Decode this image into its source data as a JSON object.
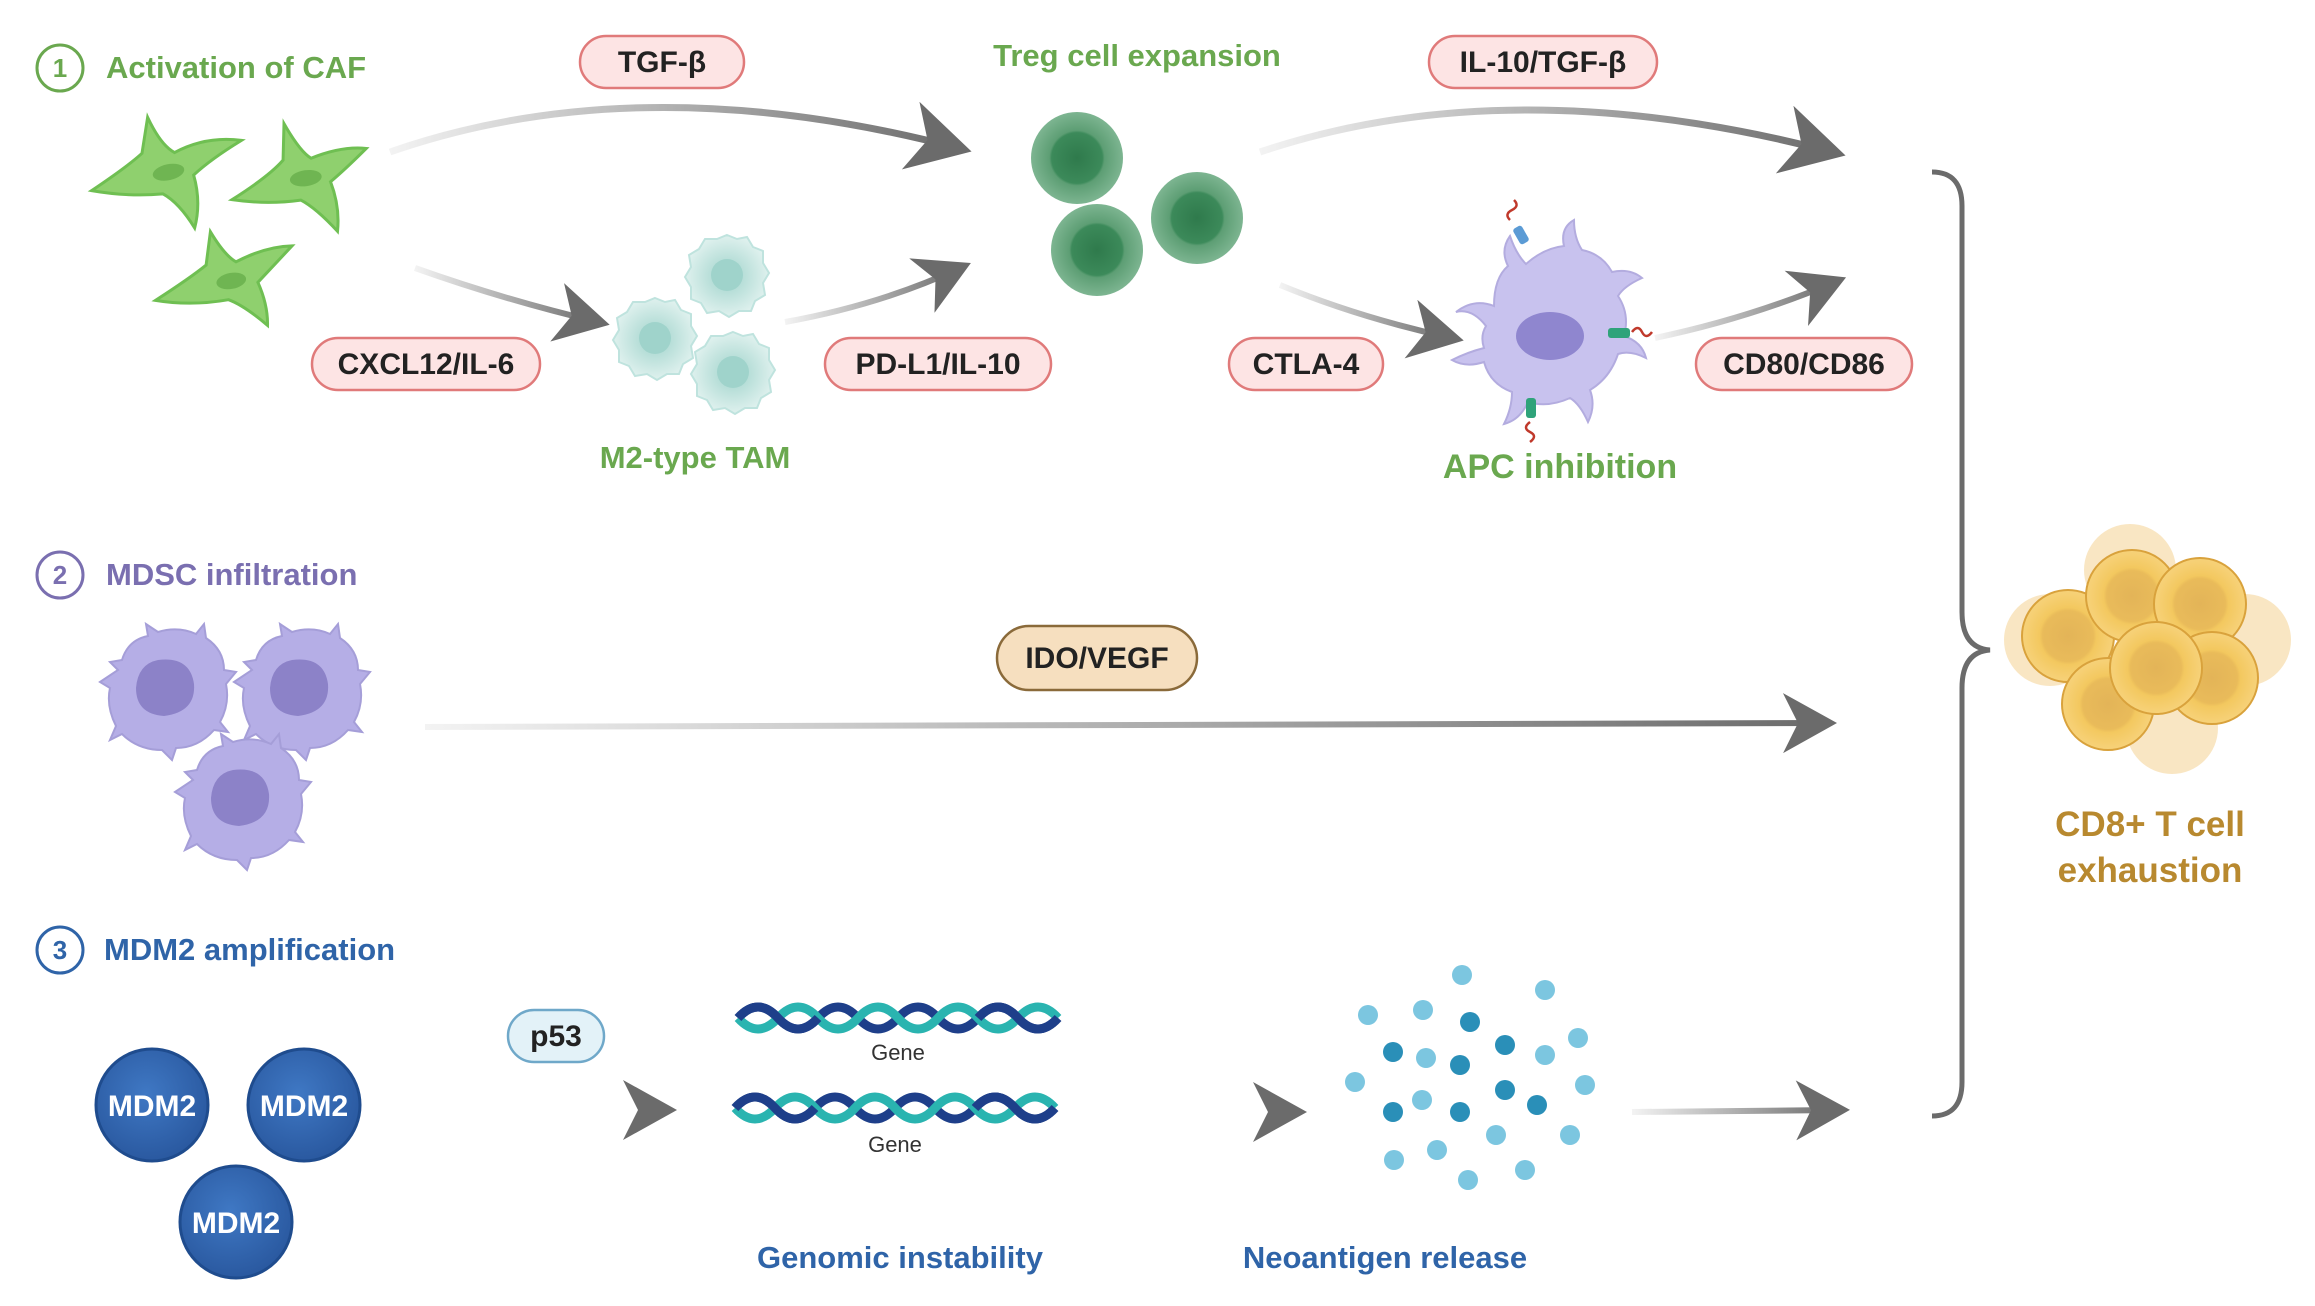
{
  "colors": {
    "green": "#6aa84f",
    "purple": "#7a6fb0",
    "blue": "#2f64a8",
    "gold": "#b8892f",
    "pill_red_fill": "#fde4e4",
    "pill_red_stroke": "#e07a7a",
    "pill_tan_fill": "#f6dfbf",
    "pill_tan_stroke": "#8a6a3a",
    "pill_blue_fill": "#e3f2f8",
    "pill_blue_stroke": "#6fa8c9",
    "arrow": "#6b6b6b"
  },
  "sections": {
    "s1": {
      "number": "1",
      "title": "Activation of CAF"
    },
    "s2": {
      "number": "2",
      "title": "MDSC infiltration"
    },
    "s3": {
      "number": "3",
      "title": "MDM2 amplification"
    }
  },
  "labels": {
    "treg": "Treg cell expansion",
    "m2tam": "M2-type TAM",
    "apc": "APC inhibition",
    "genomic": "Genomic instability",
    "neoantigen": "Neoantigen release",
    "cd8_line1": "CD8+ T cell",
    "cd8_line2": "exhaustion",
    "gene1": "Gene",
    "gene2": "Gene",
    "mdm2_a": "MDM2",
    "mdm2_b": "MDM2",
    "mdm2_c": "MDM2"
  },
  "pills": {
    "tgfb": "TGF-β",
    "il10tgfb": "IL-10/TGF-β",
    "cxcl12": "CXCL12/IL-6",
    "pdl1": "PD-L1/IL-10",
    "ctla4": "CTLA-4",
    "cd80": "CD80/CD86",
    "ido": "IDO/VEGF",
    "p53": "p53"
  },
  "icons": {
    "caf": "fibroblast-cell-icon",
    "tam": "macrophage-cell-icon",
    "treg": "treg-cell-icon",
    "apc": "dendritic-cell-icon",
    "mdsc": "mdsc-cell-icon",
    "dna": "dna-helix-icon",
    "neoantigen": "neoantigen-dots-icon",
    "cd8": "tcell-cluster-icon"
  }
}
